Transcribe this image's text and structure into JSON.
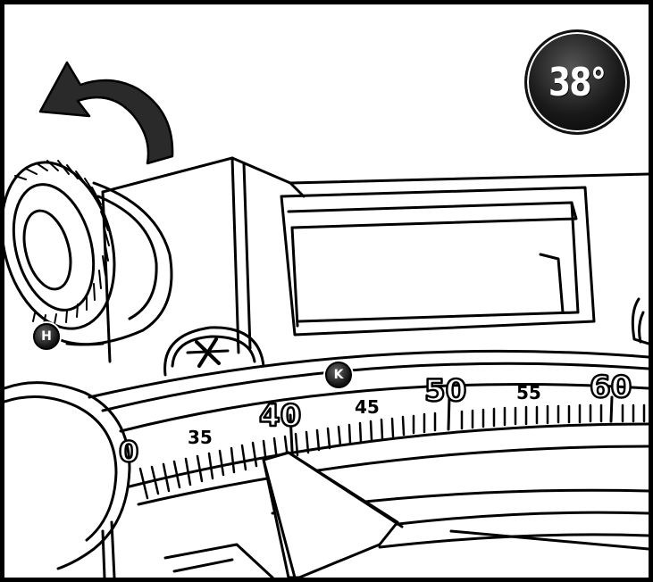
{
  "angle_badge": {
    "text": "38°"
  },
  "callouts": {
    "h": "H",
    "k": "K"
  },
  "scale": {
    "labels": [
      "0",
      "35",
      "40",
      "45",
      "50",
      "55",
      "60"
    ]
  },
  "icons": [
    "rotate-counterclockwise-arrow-icon",
    "phillips-screw-icon"
  ],
  "colors": {
    "line": "#000000",
    "background": "#ffffff",
    "badge": "#1a1a1a"
  }
}
